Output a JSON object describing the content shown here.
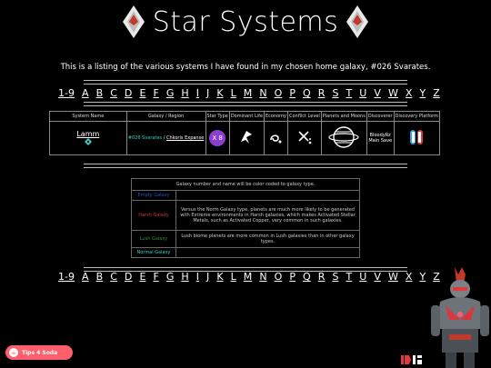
{
  "header": {
    "title": "Star Systems"
  },
  "intro": "This is a listing of the various systems I have found in my chosen home galaxy, #026 Svarates.",
  "alphabet": [
    "1-9",
    "A",
    "B",
    "C",
    "D",
    "E",
    "F",
    "G",
    "H",
    "I",
    "J",
    "K",
    "L",
    "M",
    "N",
    "O",
    "P",
    "Q",
    "R",
    "S",
    "T",
    "U",
    "V",
    "W",
    "X",
    "Y",
    "Z"
  ],
  "table": {
    "headers": [
      "System Name",
      "Galaxy / Region",
      "Star Type",
      "Dominant Life",
      "Economy",
      "Conflict Level",
      "Planets and Moons",
      "Discoverer",
      "Discovery Platform"
    ],
    "rows": [
      {
        "system": "Lamm",
        "galaxy": "#026 Svarates",
        "separator": "/",
        "region": "Chkoris Expanse",
        "star": "X 8",
        "discoverer_line1": "BloodyRz",
        "discoverer_line2": "Main Save"
      }
    ]
  },
  "legend": {
    "heading": "Galaxy number and name will be color coded to galaxy type.",
    "rows": [
      {
        "name": "Empty Galaxy",
        "color": "#2d4fb8",
        "desc": ""
      },
      {
        "name": "Harsh Galaxy",
        "color": "#d23a2a",
        "desc": "Versus the Norm Galaxy type, planets are much more likely to be generated with Extreme environments in Harsh galaxies, which makes Activated Stellar Metals, such as Activated Copper, very common in such galaxies."
      },
      {
        "name": "Lush Galaxy",
        "color": "#2f8f3a",
        "desc": "Lush biome planets are more common in Lush galaxies than in other galaxy types."
      },
      {
        "name": "Normal Galaxy",
        "color": "#2fd3c8",
        "desc": ""
      }
    ]
  },
  "tips": {
    "label": "Tips 4 Soda"
  },
  "colors": {
    "background": "#000000",
    "accent_cyan": "#2fd3c8",
    "star_purple": "#8a3fd1",
    "tips_pink": "#ff5f6d",
    "switch_blue": "#2aa8e0",
    "switch_red": "#e23a3a"
  },
  "icons": [
    "nms-atlas-logo-icon",
    "system-marker-icon",
    "star-type-icon",
    "dominant-life-icon",
    "economy-icon",
    "conflict-icon",
    "planets-icon",
    "switch-platform-icon",
    "coffee-cup-icon",
    "character-image",
    "brand-logo-icon"
  ]
}
